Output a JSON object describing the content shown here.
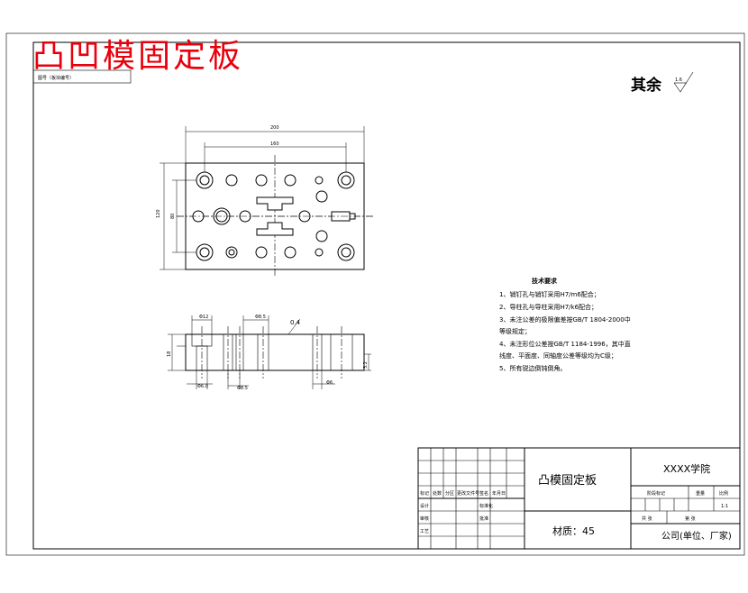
{
  "drawing": {
    "big_title": "凸凹模固定板",
    "corner_stamp": "图号（板块编号）",
    "roughness_prefix": "其余",
    "roughness_value": "1.6",
    "surface_mark_small": "0.4"
  },
  "plan_view": {
    "dim_overall_width": "200",
    "dim_hole_spacing": "160",
    "dim_overall_height": "120",
    "dim_inner_height": "80"
  },
  "section_view": {
    "dim_top_left": "Φ12",
    "dim_top_mid": "Φ8.5",
    "dim_bottom_left": "Φ6.0",
    "dim_bottom_mid": "Φ8.5",
    "dim_bottom_right": "Φ6",
    "dim_thickness": "18",
    "dim_right_small": "3.2"
  },
  "notes": {
    "heading": "技术要求",
    "items": [
      "1、销钉孔与销钉采用H7/m6配合；",
      "2、导柱孔与导柱采用H7/k6配合；",
      "3、未注公差的极限偏差按GB/T 1804-2000中",
      "   等级规定；",
      "4、未注形位公差按GB/T 1184-1996，其中直",
      "   线度、平面度、同轴度公差等级均为C级；",
      "5、所有锐边倒钝倒角。"
    ]
  },
  "title_block": {
    "part_name": "凸模固定板",
    "material": "材质：45",
    "school": "XXXX学院",
    "company": "公司(单位、厂家)",
    "stage_label": "阶段标记",
    "weight_label": "重量",
    "scale_label": "比例",
    "scale_value": "1:1",
    "sheet_total": "共 张",
    "sheet_no": "第 张",
    "row_labels": [
      "标记",
      "处数",
      "分区",
      "更改文件号",
      "签名",
      "年月日"
    ],
    "people": [
      "设计",
      "审核",
      "工艺",
      "标准化",
      "批准"
    ]
  }
}
